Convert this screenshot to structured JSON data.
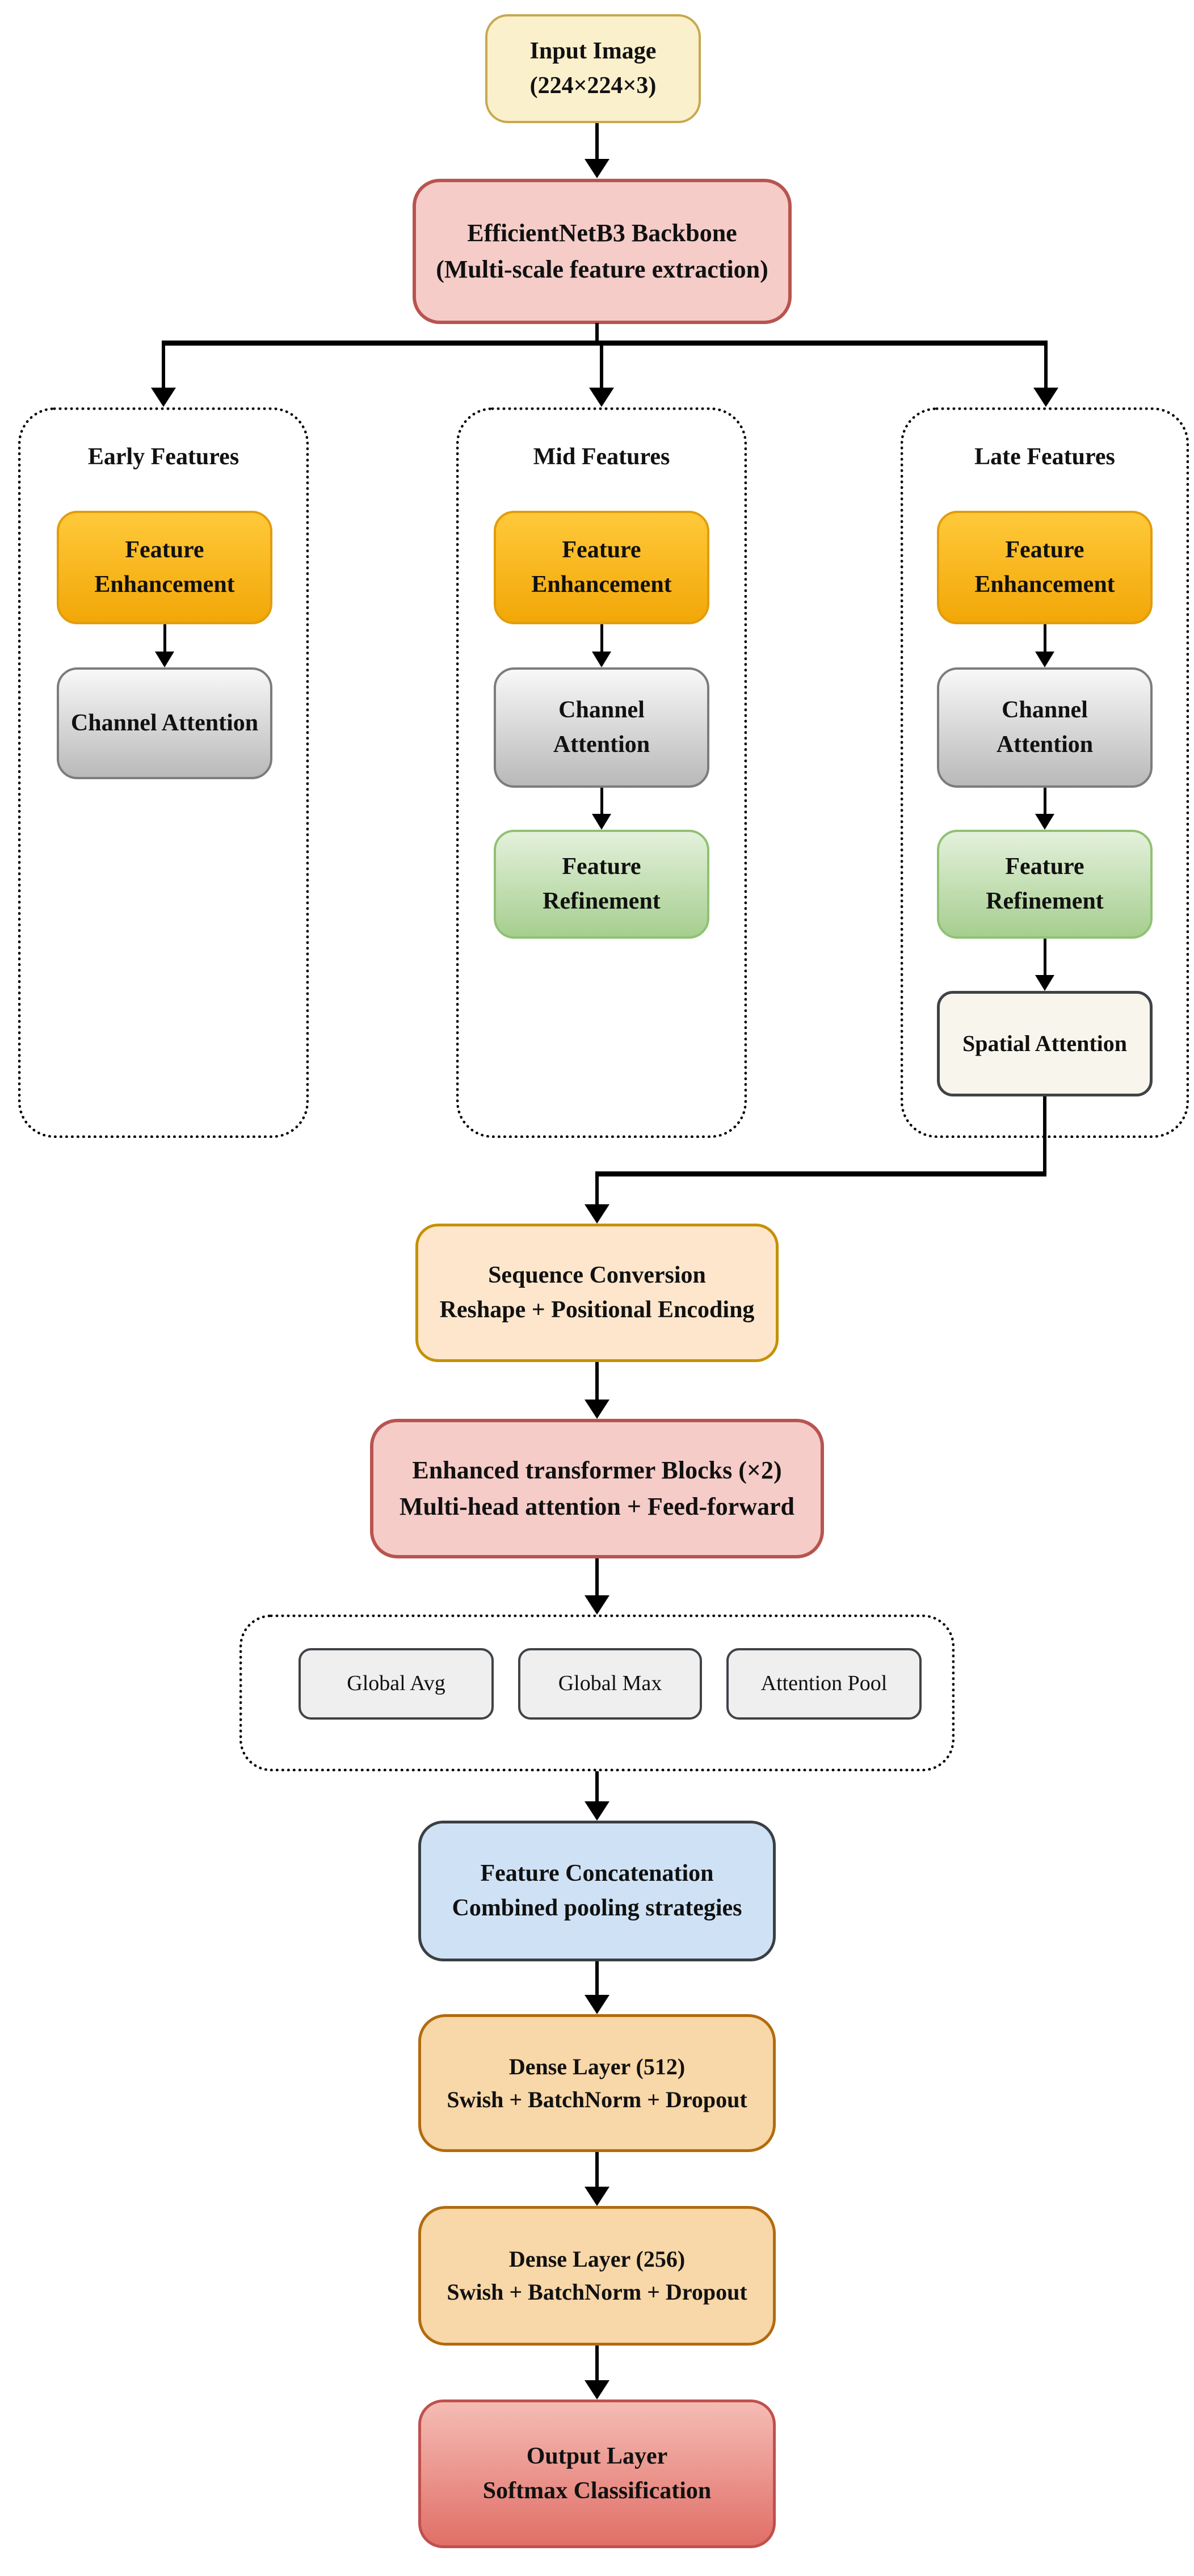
{
  "colors": {
    "input_fill": "#FBF0CC",
    "input_border": "#C7A84F",
    "pink_fill": "#F5CCC8",
    "pink_border": "#B85450",
    "orange_fill_top": "#FFC93A",
    "orange_fill_bottom": "#F2A707",
    "orange_border": "#E29D0B",
    "gray_fill_top": "#F8F8F8",
    "gray_fill_bottom": "#B9B9B9",
    "gray_border": "#7C7C7C",
    "green_fill_top": "#E4F1DC",
    "green_fill_bottom": "#A6CE8F",
    "green_border": "#90C173",
    "ivory_fill": "#F8F6EC",
    "dark_border": "#3F4347",
    "peach_fill": "#FDE6CC",
    "gold_border": "#C49102",
    "pool_fill": "#EFEFEF",
    "blue_fill": "#CFE2F5",
    "dense_fill": "#F8D7A8",
    "dense_border": "#B26B0E",
    "output_fill_top": "#F5BCB4",
    "output_fill_bottom": "#E06F67",
    "output_border": "#C0504D",
    "connector": "#000000"
  },
  "input": {
    "line1": "Input Image",
    "line2": "(224×224×3)"
  },
  "backbone": {
    "line1": "EfficientNetB3 Backbone",
    "line2": "(Multi-scale feature extraction)"
  },
  "branches": [
    {
      "title": "Early Features",
      "blocks": [
        {
          "line1": "Feature",
          "line2": "Enhancement"
        },
        {
          "line1": "Channel Attention"
        }
      ]
    },
    {
      "title": "Mid Features",
      "blocks": [
        {
          "line1": "Feature",
          "line2": "Enhancement"
        },
        {
          "line1": "Channel",
          "line2": "Attention"
        },
        {
          "line1": "Feature",
          "line2": "Refinement"
        }
      ]
    },
    {
      "title": "Late Features",
      "blocks": [
        {
          "line1": "Feature",
          "line2": "Enhancement"
        },
        {
          "line1": "Channel",
          "line2": "Attention"
        },
        {
          "line1": "Feature",
          "line2": "Refinement"
        },
        {
          "line1": "Spatial Attention"
        }
      ]
    }
  ],
  "sequence_conversion": {
    "line1": "Sequence Conversion",
    "line2": "Reshape + Positional Encoding"
  },
  "transformer": {
    "line1": "Enhanced transformer Blocks (×2)",
    "line2": "Multi-head attention + Feed-forward"
  },
  "pooling": {
    "items": [
      "Global Avg",
      "Global Max",
      "Attention Pool"
    ]
  },
  "feature_concatenation": {
    "line1": "Feature Concatenation",
    "line2": "Combined pooling strategies"
  },
  "dense_512": {
    "line1": "Dense Layer (512)",
    "line2": "Swish + BatchNorm + Dropout"
  },
  "dense_256": {
    "line1": "Dense Layer (256)",
    "line2": "Swish + BatchNorm + Dropout"
  },
  "output": {
    "line1": "Output Layer",
    "line2": "Softmax Classification"
  }
}
